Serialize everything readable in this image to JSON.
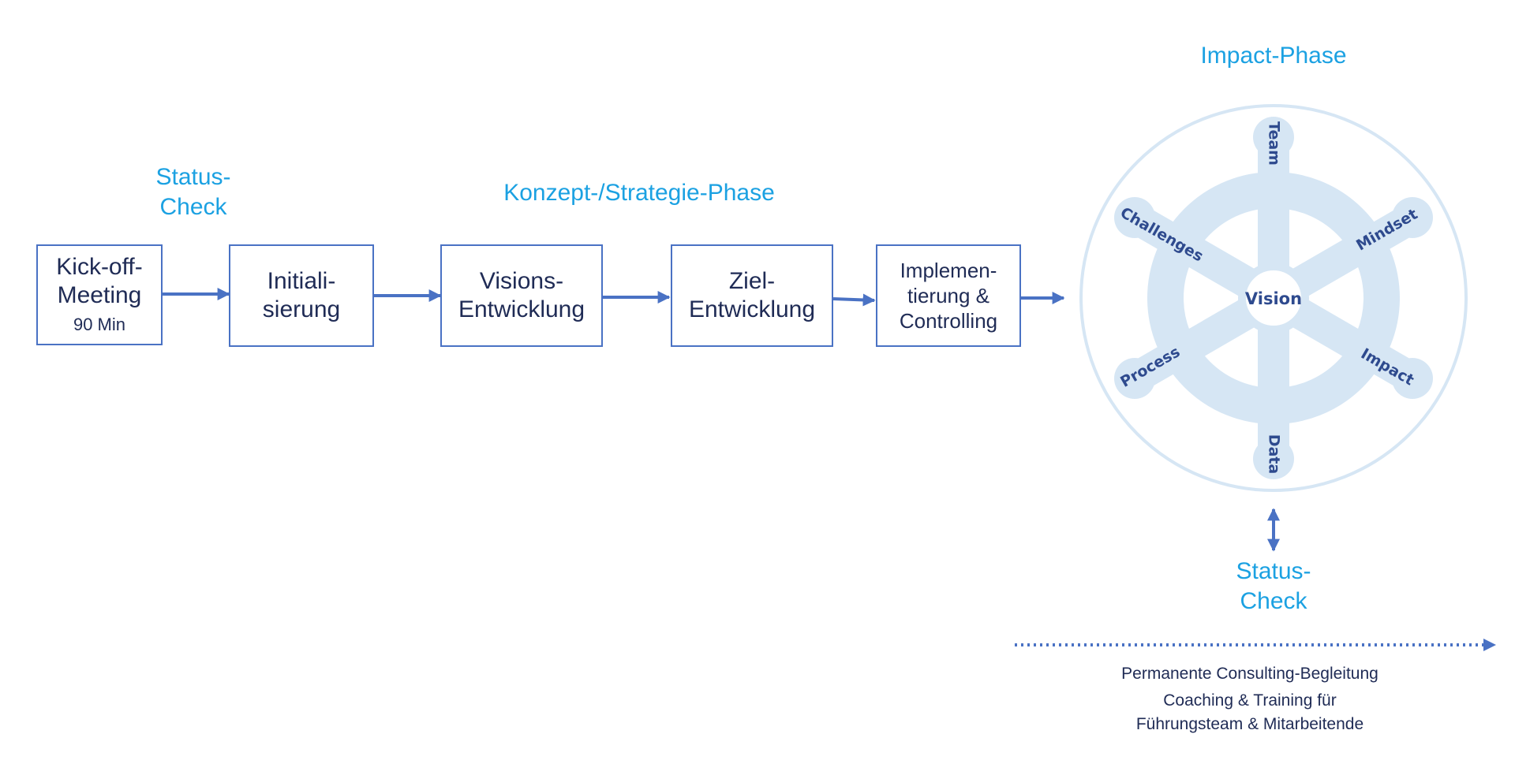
{
  "colors": {
    "accent": "#1ba1e2",
    "arrow": "#4a72c4",
    "text": "#1f2b55",
    "wheel": "#d6e6f4",
    "wheel_label": "#2e4a8e"
  },
  "phase_labels": {
    "status_check_1_line1": "Status-",
    "status_check_1_line2": "Check",
    "concept_phase": "Konzept-/Strategie-Phase",
    "impact_phase": "Impact-Phase",
    "status_check_2_line1": "Status-",
    "status_check_2_line2": "Check"
  },
  "steps": [
    {
      "line1": "Kick-off-",
      "line2": "Meeting",
      "sub": "90 Min"
    },
    {
      "line1": "Initiali-",
      "line2": "sierung"
    },
    {
      "line1": "Visions-",
      "line2": "Entwicklung"
    },
    {
      "line1": "Ziel-",
      "line2": "Entwicklung"
    },
    {
      "line1": "Implemen-",
      "line2": "tierung &",
      "line3": "Controlling"
    }
  ],
  "wheel": {
    "center": "Vision",
    "spokes": [
      "Team",
      "Mindset",
      "Impact",
      "Data",
      "Process",
      "Challenges"
    ]
  },
  "bottom": {
    "line1": "Permanente Consulting-Begleitung",
    "line2": "Coaching & Training für",
    "line3": "Führungsteam & Mitarbeitende"
  }
}
